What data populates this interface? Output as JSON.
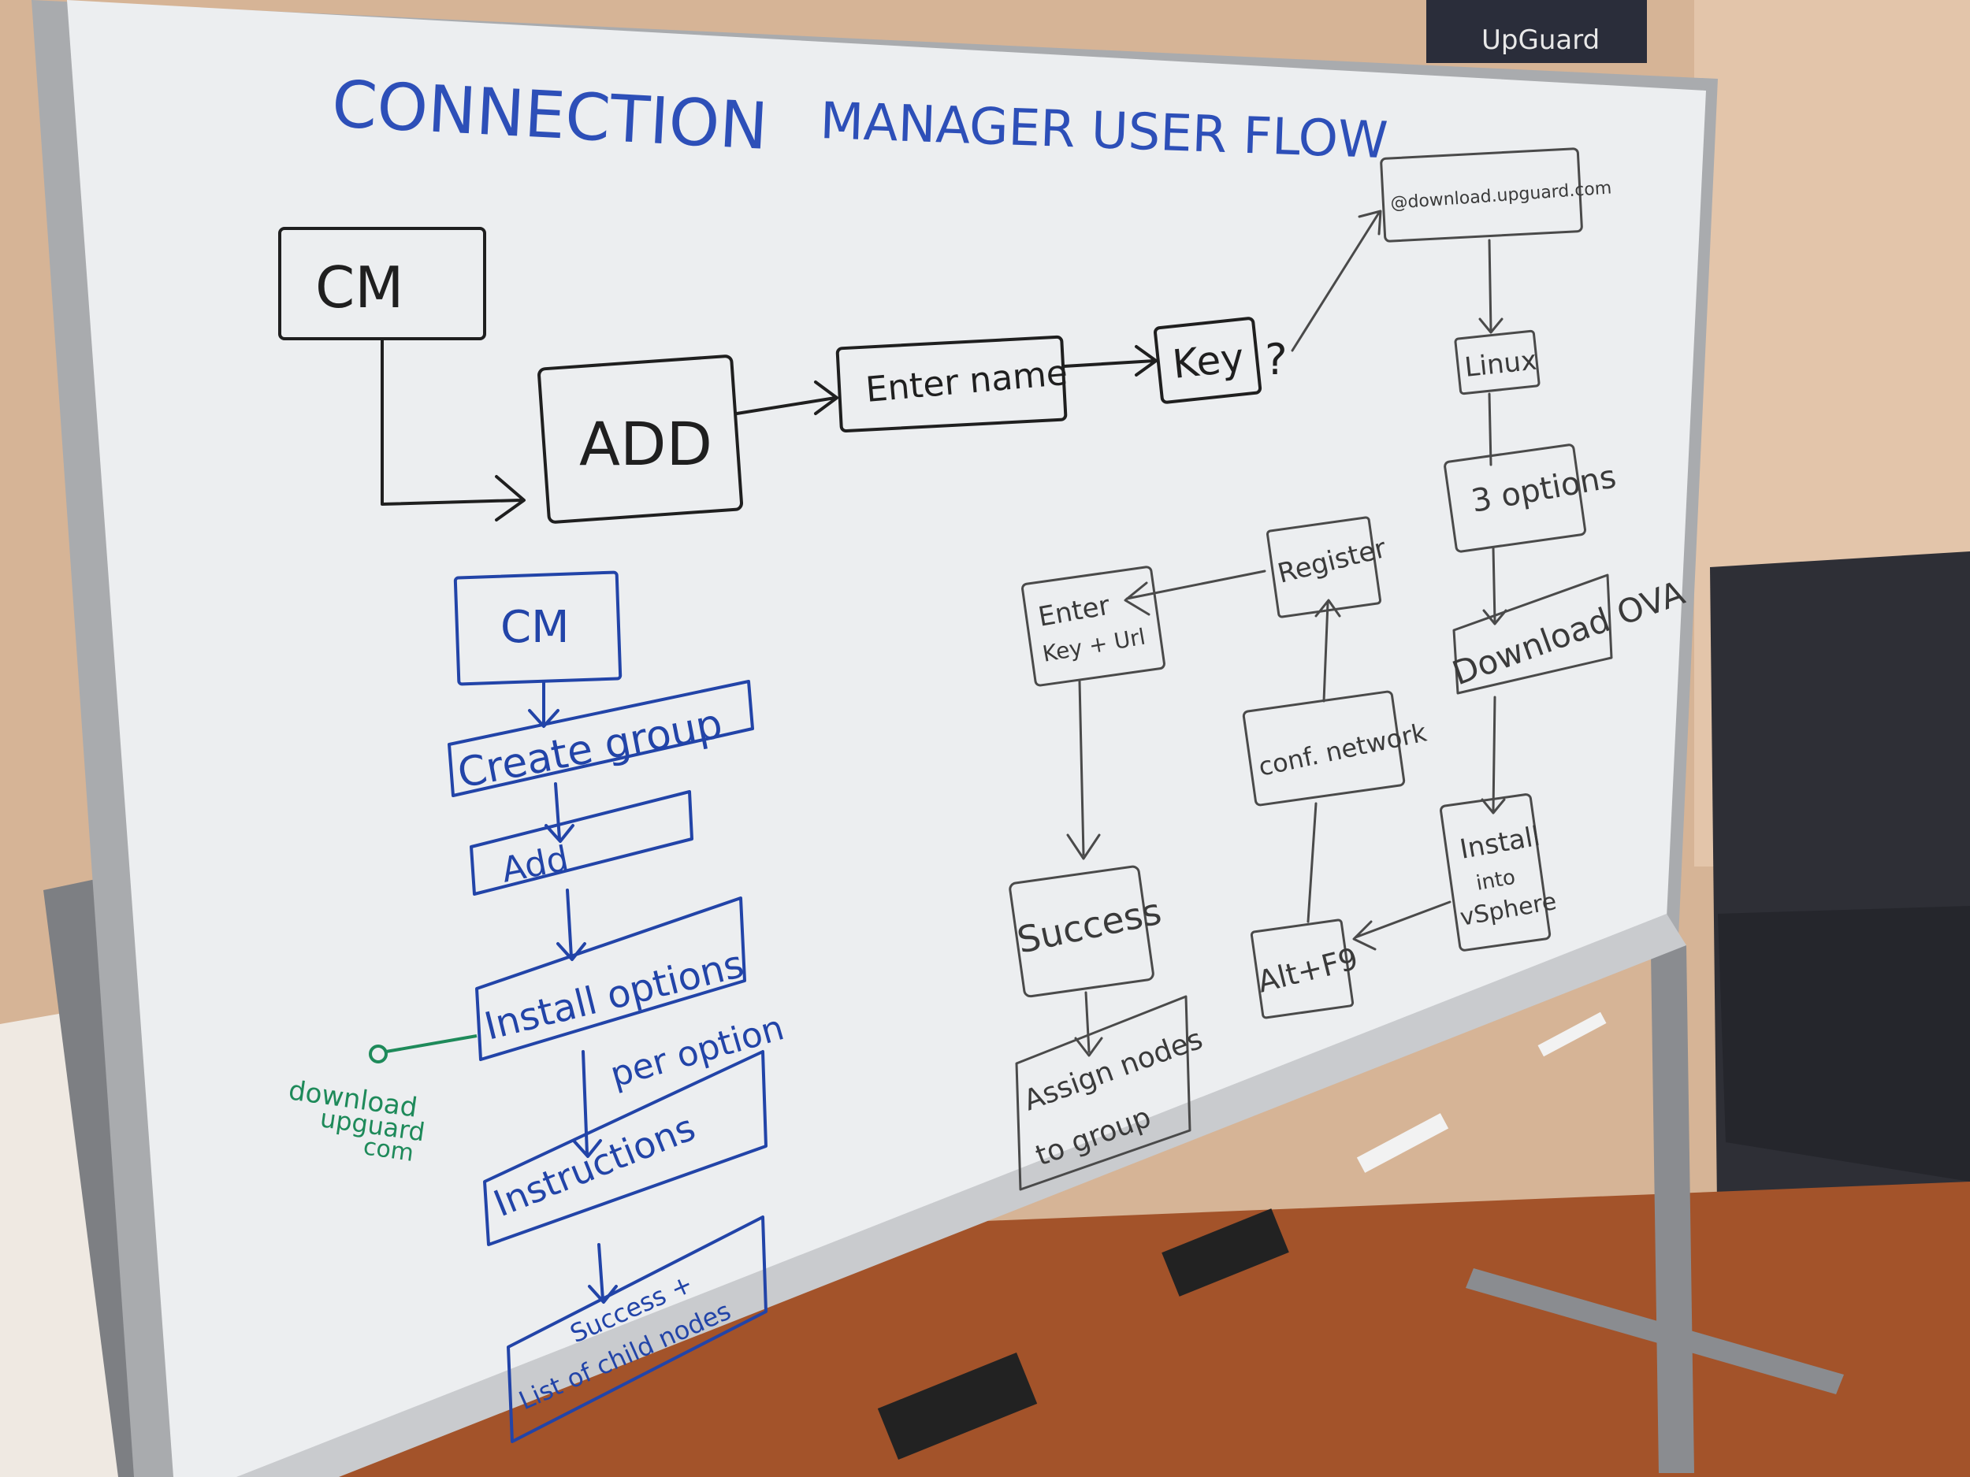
{
  "whiteboard": {
    "title_left": "CONNECTION",
    "title_right": "MANAGER USER FLOW",
    "poster_brand": "UpGuard",
    "top_flow": {
      "cm": "CM",
      "add": "ADD",
      "enter_name": "Enter name",
      "key": "Key",
      "question": "?",
      "download_url": "@download.upguard.com"
    },
    "blue_flow": {
      "cm": "CM",
      "create_group": "Create group",
      "add": "Add",
      "install_options": "Install options",
      "per_option": "per option",
      "instructions": "Instructions",
      "success_line1": "Success +",
      "success_line2": "List of child nodes"
    },
    "green_note": [
      "download",
      "upguard",
      "com"
    ],
    "right_flow": {
      "linux": "Linux",
      "three_options": "3 options",
      "download_ova": "Download OVA",
      "install_line1": "Install",
      "install_line2": "into",
      "install_line3": "vSphere",
      "alt_f": "Alt+F9",
      "conf_network": "conf. network",
      "register": "Register",
      "enter_key_line1": "Enter",
      "enter_key_line2": "Key + Url",
      "success": "Success",
      "assign_line1": "Assign nodes",
      "assign_line2": "to group"
    }
  }
}
